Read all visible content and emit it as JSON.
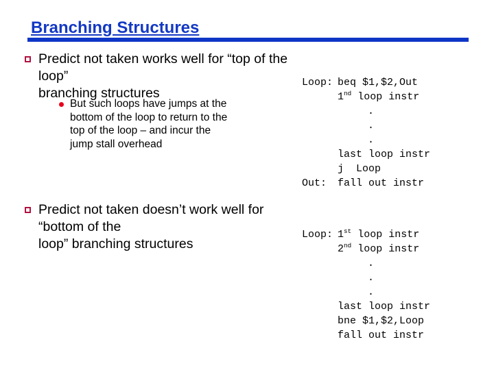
{
  "slide": {
    "title": "Branching Structures",
    "accent_color": "#0E36C6",
    "title_color": "#1338C4",
    "square_bullet_color": "#B01241",
    "dot_bullet_color": "#E8001C",
    "background_color": "#FFFFFF"
  },
  "bullets": [
    {
      "level": 1,
      "marker": "hollow-square",
      "line1": "Predict not taken works well for “top of the loop”",
      "line2": "branching structures"
    },
    {
      "level": 2,
      "marker": "filled-circle",
      "line1": "But such loops have jumps at the",
      "line2": "bottom of the loop to return to the",
      "line3": "top of the loop – and incur the",
      "line4": "jump stall overhead"
    },
    {
      "level": 1,
      "marker": "hollow-square",
      "line1": "Predict not taken doesn’t work well for “bottom of the",
      "line2": "loop” branching structures"
    }
  ],
  "code_blocks": [
    {
      "name": "top-of-loop-listing",
      "rows": [
        {
          "label": "Loop:",
          "instr": "beq $1,$2,Out",
          "sup": "",
          "sup_after": "",
          "dot": false
        },
        {
          "label": "",
          "instr": " loop instr",
          "sup": "nd",
          "sup_before": "1",
          "dot": false
        },
        {
          "label": "",
          "instr": ".",
          "dot": true
        },
        {
          "label": "",
          "instr": ".",
          "dot": true
        },
        {
          "label": "",
          "instr": ".",
          "dot": true
        },
        {
          "label": "",
          "instr": "last loop instr",
          "dot": false
        },
        {
          "label": "",
          "instr": "j  Loop",
          "dot": false
        },
        {
          "label": "Out:",
          "instr": "fall out instr",
          "dot": false
        }
      ]
    },
    {
      "name": "bottom-of-loop-listing",
      "rows": [
        {
          "label": "Loop:",
          "instr": " loop instr",
          "sup": "st",
          "sup_before": "1",
          "dot": false
        },
        {
          "label": "",
          "instr": " loop instr",
          "sup": "nd",
          "sup_before": "2",
          "dot": false
        },
        {
          "label": "",
          "instr": ".",
          "dot": true
        },
        {
          "label": "",
          "instr": ".",
          "dot": true
        },
        {
          "label": "",
          "instr": ".",
          "dot": true
        },
        {
          "label": "",
          "instr": "last loop instr",
          "dot": false
        },
        {
          "label": "",
          "instr": "bne $1,$2,Loop",
          "dot": false
        },
        {
          "label": "",
          "instr": "fall out instr",
          "dot": false
        }
      ]
    }
  ]
}
